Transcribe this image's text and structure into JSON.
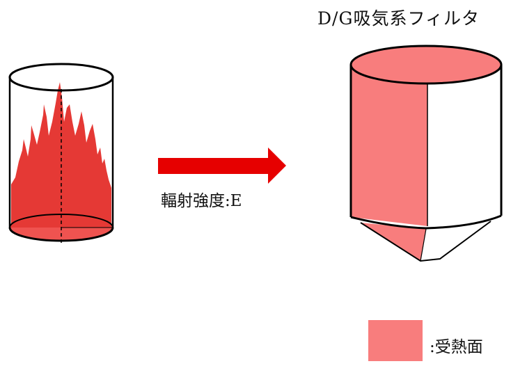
{
  "diagram": {
    "filter_title": "D/G吸気系フィルタ",
    "radiation_label": "輻射強度:E",
    "legend_label": ":受熱面"
  },
  "colors": {
    "heated_surface": "#f87d7d",
    "flame": "#e53935",
    "arrow": "#e60000",
    "outline": "#000000"
  },
  "icons": {
    "fire_source": "burning-cylinder-icon",
    "arrow": "right-arrow-icon",
    "filter": "cylindrical-filter-icon"
  }
}
